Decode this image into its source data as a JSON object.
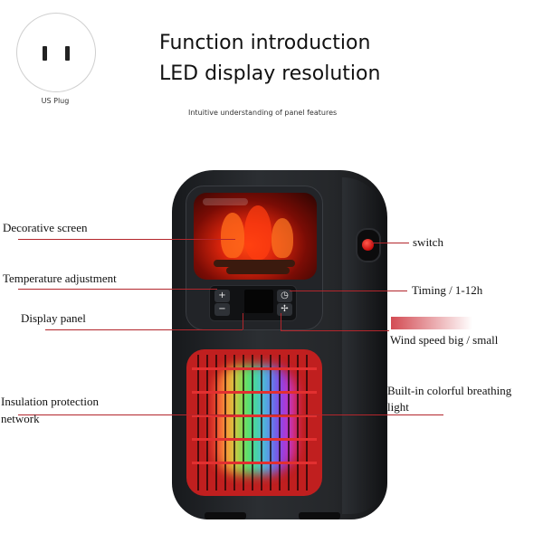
{
  "plug": {
    "label": "US Plug"
  },
  "header": {
    "title_line1": "Function introduction",
    "title_line2": "LED display resolution",
    "subtitle": "Intuitive understanding of panel features"
  },
  "callouts": {
    "decorative_screen": "Decorative screen",
    "temperature_adjustment": "Temperature adjustment",
    "display_panel": "Display panel",
    "insulation_line1": "Insulation protection",
    "insulation_line2": "network",
    "switch": "switch",
    "timing": "Timing / 1-12h",
    "wind_speed": "Wind speed  big / small",
    "breathing_line1": "Built-in colorful breathing",
    "breathing_line2": "light"
  },
  "panel_buttons": {
    "plus": "+",
    "minus": "−",
    "timer": "◷",
    "fan": "✢"
  },
  "colors": {
    "accent_line": "#b3262c",
    "grille": "#c01f1f",
    "body": "#25272a"
  }
}
